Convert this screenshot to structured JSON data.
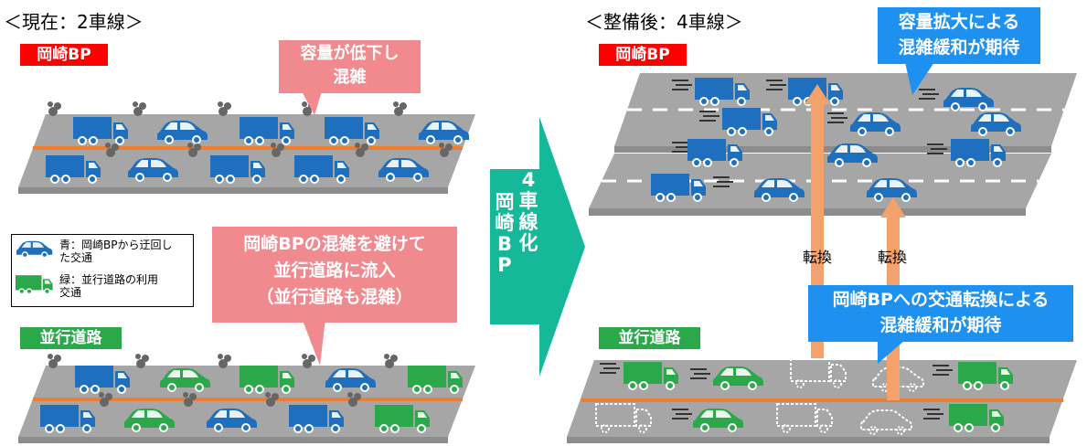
{
  "left": {
    "heading": "＜現在：2車線＞",
    "okazaki_label": "岡崎BP",
    "callout_top": [
      "容量が低下し",
      "混雑"
    ],
    "callout_mid": [
      "岡崎BPの混雑を避けて",
      "並行道路に流入",
      "（並行道路も混雑）"
    ],
    "parallel_label": "並行道路"
  },
  "legend": {
    "blue_text": [
      "青：岡崎BPから迂回し",
      "た交通"
    ],
    "green_text": [
      "緑：並行道路の利用",
      "交通"
    ]
  },
  "arrow": {
    "col_right": [
      "4",
      "車",
      "線",
      "化"
    ],
    "col_left": [
      "岡",
      "崎",
      "B",
      "P"
    ]
  },
  "right": {
    "heading": "＜整備後：4車線＞",
    "okazaki_label": "岡崎BP",
    "callout_top": [
      "容量拡大による",
      "混雑緩和が期待"
    ],
    "callout_bottom": [
      "岡崎BPへの交通転換による",
      "混雑緩和が期待"
    ],
    "parallel_label": "並行道路",
    "convert_label_1": "転換",
    "convert_label_2": "転換"
  },
  "colors": {
    "road": "#a6a6a6",
    "road_edge": "#8c8c8c",
    "center_line": "#ed7d31",
    "blue_vehicle": "#1f6fbf",
    "green_vehicle": "#2aa84a",
    "smoke": "#666666",
    "arrow_teal": "#16b89a",
    "convert_arrow": "#f4a26b"
  },
  "icons": [
    "car-icon",
    "truck-icon",
    "smoke-icon",
    "speed-lines-icon",
    "ghost-vehicle-icon"
  ]
}
